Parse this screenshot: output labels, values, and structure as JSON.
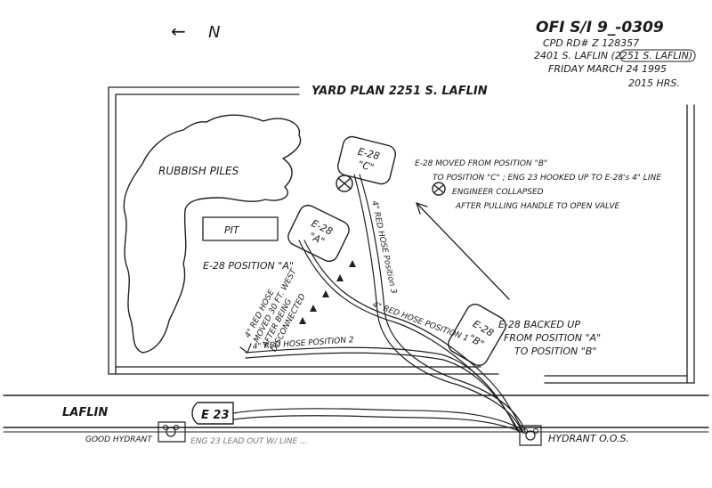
{
  "header": {
    "report_id": "OFI S/I 9_-0309",
    "rd_number": "CPD RD# Z 128357",
    "address": "2401 S. LAFLIN (2251 S. LAFLIN)",
    "date": "FRIDAY MARCH 24 1995",
    "time": "2015 HRS."
  },
  "north": {
    "arrow": "←",
    "label": "N"
  },
  "title": "YARD PLAN 2251 S. LAFLIN",
  "street": "LAFLIN",
  "areas": {
    "rubbish": "RUBBISH PILES",
    "pit": "PIT"
  },
  "vehicles": {
    "c_unit": "E-28",
    "c_pos": "\"C\"",
    "a_unit": "E-28",
    "a_pos": "\"A\"",
    "b_unit": "E-28",
    "b_pos": "\"B\"",
    "e23": "E 23"
  },
  "notes": {
    "moved_1": "E-28  MOVED FROM POSITION \"B\"",
    "moved_2": "TO POSITION \"C\" ; ENG 23 HOOKED UP TO E-28's 4\" LINE",
    "engineer_1": "ENGINEER COLLAPSED",
    "engineer_2": "AFTER PULLING HANDLE TO OPEN VALVE",
    "backed_1": "E-28 BACKED UP",
    "backed_2": "FROM POSITION \"A\"",
    "backed_3": "TO POSITION \"B\"",
    "pos_a": "E-28 POSITION \"A\"",
    "moved_30_1": "4\" RED HOSE",
    "moved_30_2": "MOVED 30 FT. WEST",
    "moved_30_3": "AFTER BEING",
    "moved_30_4": "DISCONNECTED"
  },
  "hoses": {
    "pos3": "4\" RED HOSE Position 3",
    "pos1": "4\" RED HOSE POSITION 1",
    "pos2": "4\" RED HOSE POSITION 2"
  },
  "hydrants": {
    "good": "GOOD HYDRANT",
    "oos": "HYDRANT O.O.S.",
    "eng23_note": "ENG 23  LEAD OUT W/ LINE ..."
  }
}
